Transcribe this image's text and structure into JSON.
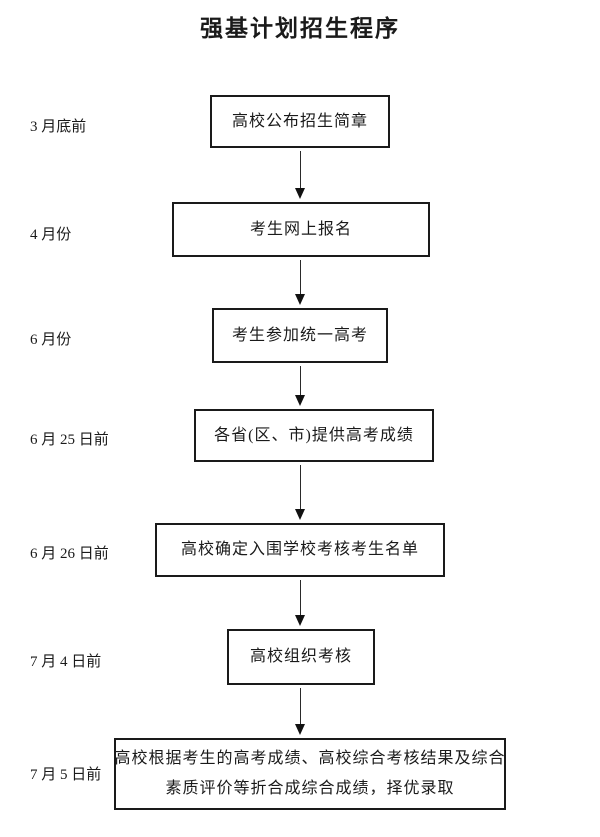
{
  "title": "强基计划招生程序",
  "colors": {
    "background": "#ffffff",
    "border": "#1a1a1a",
    "text": "#1a1a1a"
  },
  "flow": {
    "steps": [
      {
        "date": "3 月底前",
        "text": "高校公布招生简章"
      },
      {
        "date": "4 月份",
        "text": "考生网上报名"
      },
      {
        "date": "6 月份",
        "text": "考生参加统一高考"
      },
      {
        "date": "6 月 25 日前",
        "text": "各省(区、市)提供高考成绩"
      },
      {
        "date": "6 月 26 日前",
        "text": "高校确定入围学校考核考生名单"
      },
      {
        "date": "7 月 4 日前",
        "text": "高校组织考核"
      },
      {
        "date": "7 月 5 日前",
        "text": "高校根据考生的高考成绩、高校综合考核结果及综合素质评价等折合成综合成绩，择优录取",
        "lines": [
          "高校根据考生的高考成绩、高校综合考核结果及综合",
          "素质评价等折合成综合成绩，择优录取"
        ]
      }
    ],
    "arrow_glyph": "▼"
  }
}
